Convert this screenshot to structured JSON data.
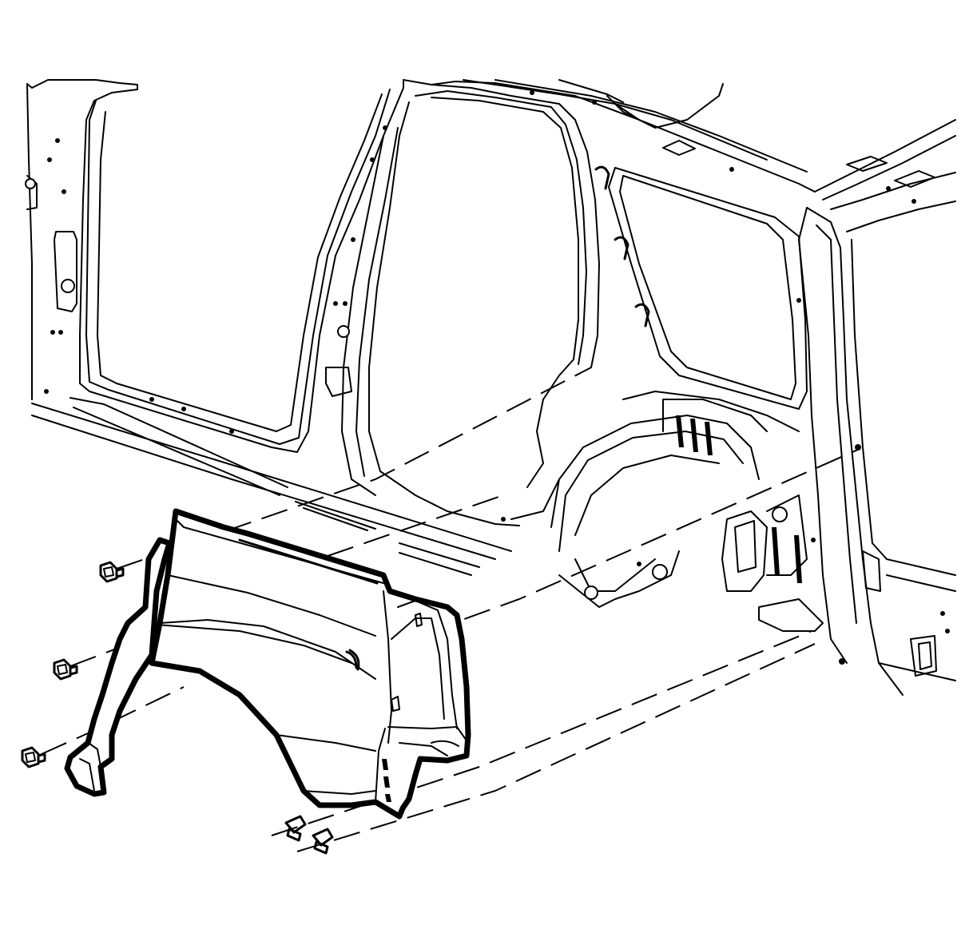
{
  "diagram": {
    "title": "",
    "labels": [],
    "colors": {
      "line": "#000000",
      "background": "#ffffff"
    },
    "parts": [
      "body-side-structure",
      "rear-quarter-wheelhouse-panel",
      "fastener-bolt",
      "push-retainer-clip"
    ]
  }
}
